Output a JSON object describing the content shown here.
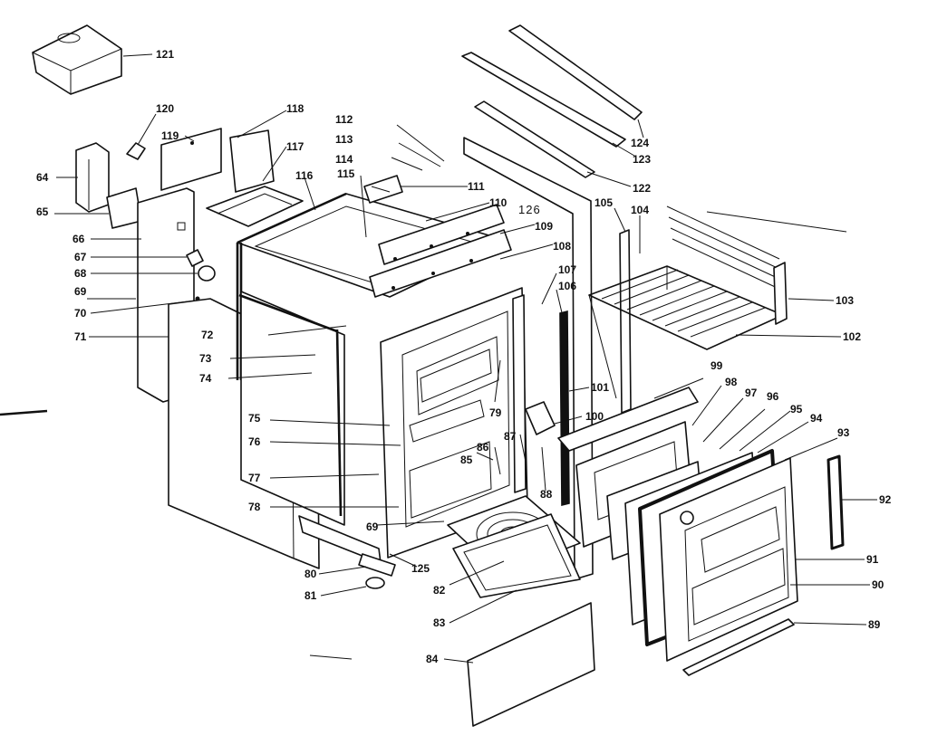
{
  "callouts": [
    {
      "id": "121",
      "label": "121"
    },
    {
      "id": "120",
      "label": "120"
    },
    {
      "id": "119",
      "label": "119"
    },
    {
      "id": "118",
      "label": "118"
    },
    {
      "id": "117",
      "label": "117"
    },
    {
      "id": "116",
      "label": "116"
    },
    {
      "id": "115",
      "label": "115"
    },
    {
      "id": "114",
      "label": "114"
    },
    {
      "id": "113",
      "label": "113"
    },
    {
      "id": "112",
      "label": "112"
    },
    {
      "id": "111",
      "label": "111"
    },
    {
      "id": "110",
      "label": "110"
    },
    {
      "id": "126",
      "label": "126"
    },
    {
      "id": "109",
      "label": "109"
    },
    {
      "id": "108",
      "label": "108"
    },
    {
      "id": "124",
      "label": "124"
    },
    {
      "id": "123",
      "label": "123"
    },
    {
      "id": "122",
      "label": "122"
    },
    {
      "id": "105",
      "label": "105"
    },
    {
      "id": "104",
      "label": "104"
    },
    {
      "id": "103",
      "label": "103"
    },
    {
      "id": "102",
      "label": "102"
    },
    {
      "id": "107",
      "label": "107"
    },
    {
      "id": "106",
      "label": "106"
    },
    {
      "id": "64",
      "label": "64"
    },
    {
      "id": "65",
      "label": "65"
    },
    {
      "id": "66",
      "label": "66"
    },
    {
      "id": "67",
      "label": "67"
    },
    {
      "id": "68",
      "label": "68"
    },
    {
      "id": "69a",
      "label": "69"
    },
    {
      "id": "70",
      "label": "70"
    },
    {
      "id": "71",
      "label": "71"
    },
    {
      "id": "72",
      "label": "72"
    },
    {
      "id": "73",
      "label": "73"
    },
    {
      "id": "74",
      "label": "74"
    },
    {
      "id": "75",
      "label": "75"
    },
    {
      "id": "76",
      "label": "76"
    },
    {
      "id": "77",
      "label": "77"
    },
    {
      "id": "78",
      "label": "78"
    },
    {
      "id": "79",
      "label": "79"
    },
    {
      "id": "101",
      "label": "101"
    },
    {
      "id": "100",
      "label": "100"
    },
    {
      "id": "99",
      "label": "99"
    },
    {
      "id": "98",
      "label": "98"
    },
    {
      "id": "97",
      "label": "97"
    },
    {
      "id": "96",
      "label": "96"
    },
    {
      "id": "95",
      "label": "95"
    },
    {
      "id": "94",
      "label": "94"
    },
    {
      "id": "93",
      "label": "93"
    },
    {
      "id": "92",
      "label": "92"
    },
    {
      "id": "91",
      "label": "91"
    },
    {
      "id": "90",
      "label": "90"
    },
    {
      "id": "89",
      "label": "89"
    },
    {
      "id": "87",
      "label": "87"
    },
    {
      "id": "86",
      "label": "86"
    },
    {
      "id": "85",
      "label": "85"
    },
    {
      "id": "88",
      "label": "88"
    },
    {
      "id": "69b",
      "label": "69"
    },
    {
      "id": "125",
      "label": "125"
    },
    {
      "id": "80",
      "label": "80"
    },
    {
      "id": "81",
      "label": "81"
    },
    {
      "id": "82",
      "label": "82"
    },
    {
      "id": "83",
      "label": "83"
    },
    {
      "id": "84",
      "label": "84"
    }
  ]
}
